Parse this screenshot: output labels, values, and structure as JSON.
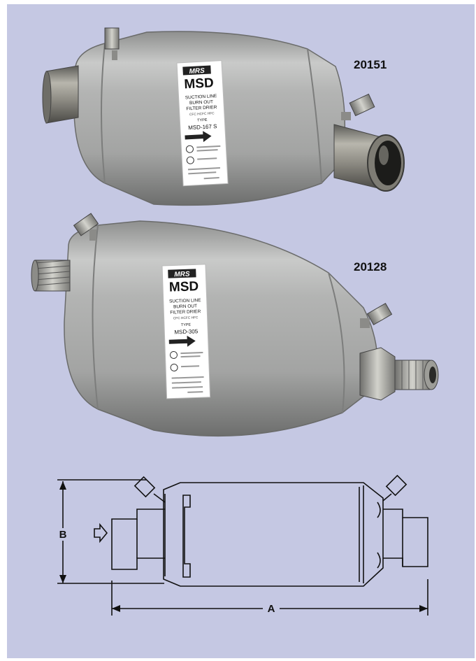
{
  "products": [
    {
      "part_number": "20151",
      "label": {
        "brand": "MRS",
        "model": "MSD",
        "line1": "SUCTION LINE",
        "line2": "BURN OUT",
        "line3": "FILTER DRIER",
        "refrigerants": "CFC  HCFC  HFC",
        "type_caption": "TYPE",
        "type": "MSD-167 S"
      }
    },
    {
      "part_number": "20128",
      "label": {
        "brand": "MRS",
        "model": "MSD",
        "line1": "SUCTION LINE",
        "line2": "BURN OUT",
        "line3": "FILTER DRIER",
        "refrigerants": "CFC  HCFC  HFC",
        "type_caption": "TYPE",
        "type": "MSD-305"
      }
    }
  ],
  "diagram": {
    "dim_a": "A",
    "dim_b": "B"
  },
  "colors": {
    "background": "#c5c8e3",
    "shell": "#a9aaa9",
    "shell_highlight": "#d7d8d7",
    "shell_shadow": "#6f7070",
    "label": "#ffffff"
  }
}
